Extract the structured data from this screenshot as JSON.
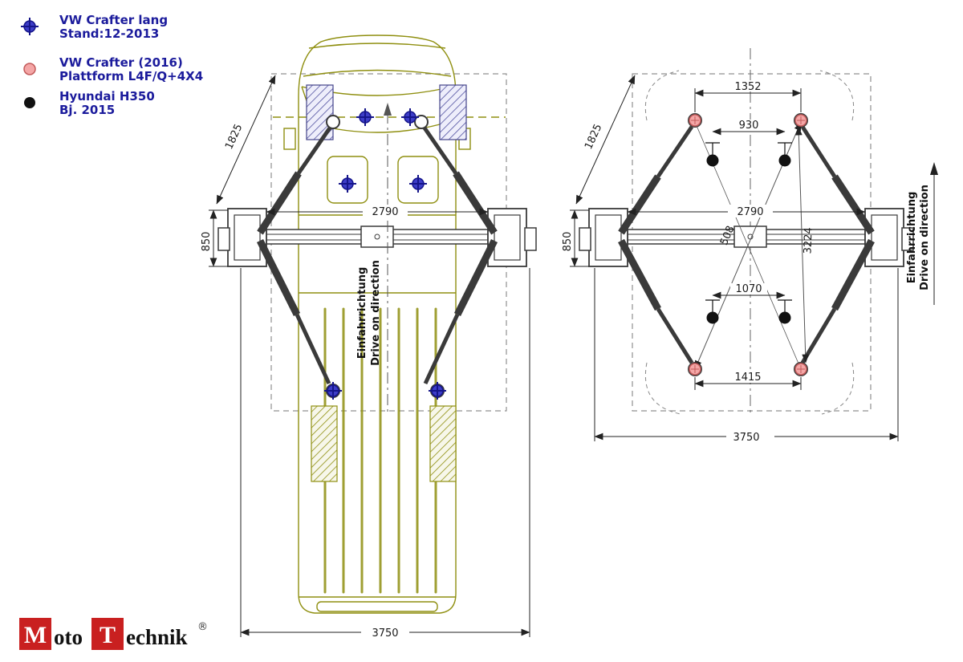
{
  "legend": {
    "items": [
      {
        "marker": "blue-cross-marker",
        "name": "VW Crafter lang",
        "detail": "Stand:12-2013"
      },
      {
        "marker": "pink-circle-marker",
        "name": "VW Crafter (2016)",
        "detail": "Plattform L4F/Q+4X4"
      },
      {
        "marker": "black-circle-marker",
        "name": "Hyundai H350",
        "detail": "Bj. 2015"
      }
    ]
  },
  "dimensions": {
    "post_spacing": "2790",
    "overall_width": "3750",
    "diagonal_reach": "1825",
    "post_depth": "850",
    "front_pad_outer": "1352",
    "front_pad_inner": "930",
    "pad_diagonal": "508",
    "pad_length": "3224",
    "rear_pad_inner": "1070",
    "rear_pad_outer": "1415"
  },
  "annotations": {
    "direction_de": "Einfahrrichtung",
    "direction_en": "Drive on direction"
  },
  "logo": {
    "m": "M",
    "oto": "oto",
    "t": "T",
    "echnik": "echnik",
    "registered": "®"
  },
  "colors": {
    "van_outline": "#8f8f10",
    "legend_text": "#1b1b9c",
    "structure": "#3a3a3a",
    "blue_marker": "#3d3dc8",
    "pink_marker": "#f4a6a6",
    "black_marker": "#111111",
    "logo_red": "#c92020"
  }
}
